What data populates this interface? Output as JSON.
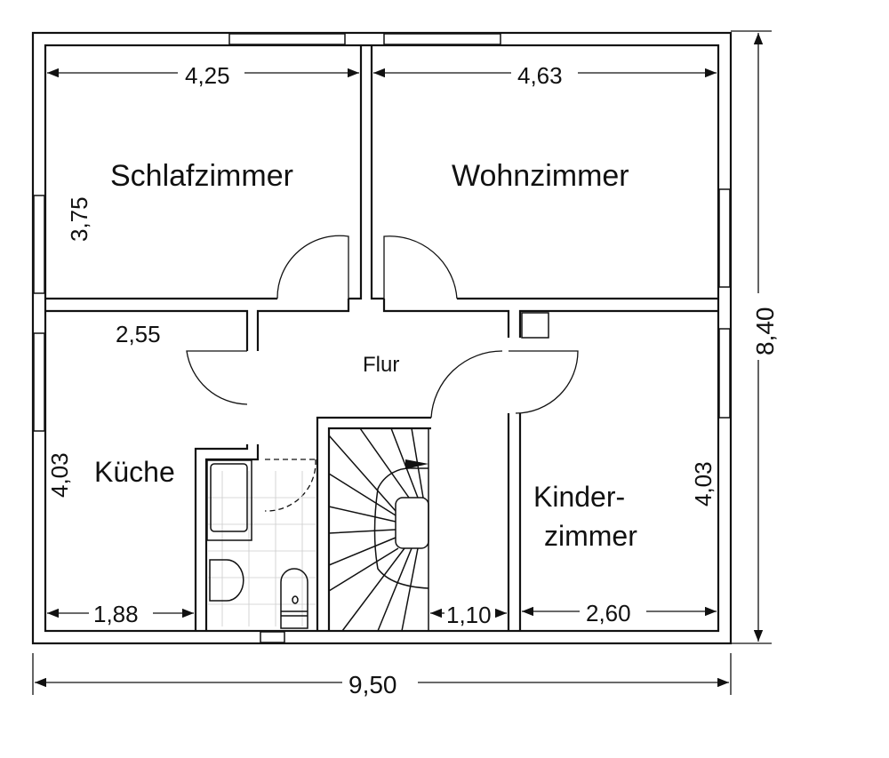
{
  "rooms": {
    "schlafzimmer": "Schlafzimmer",
    "wohnzimmer": "Wohnzimmer",
    "flur": "Flur",
    "kueche": "Küche",
    "kinderzimmer_1": "Kinder-",
    "kinderzimmer_2": "zimmer"
  },
  "dimensions": {
    "schlaf_width": "4,25",
    "schlaf_height": "3,75",
    "wohn_width": "4,63",
    "kueche_top": "2,55",
    "kueche_height": "4,03",
    "kueche_bottom": "1,88",
    "flur_bottom": "1,10",
    "kinder_height": "4,03",
    "kinder_bottom": "2,60",
    "total_width": "9,50",
    "total_height": "8,40"
  }
}
